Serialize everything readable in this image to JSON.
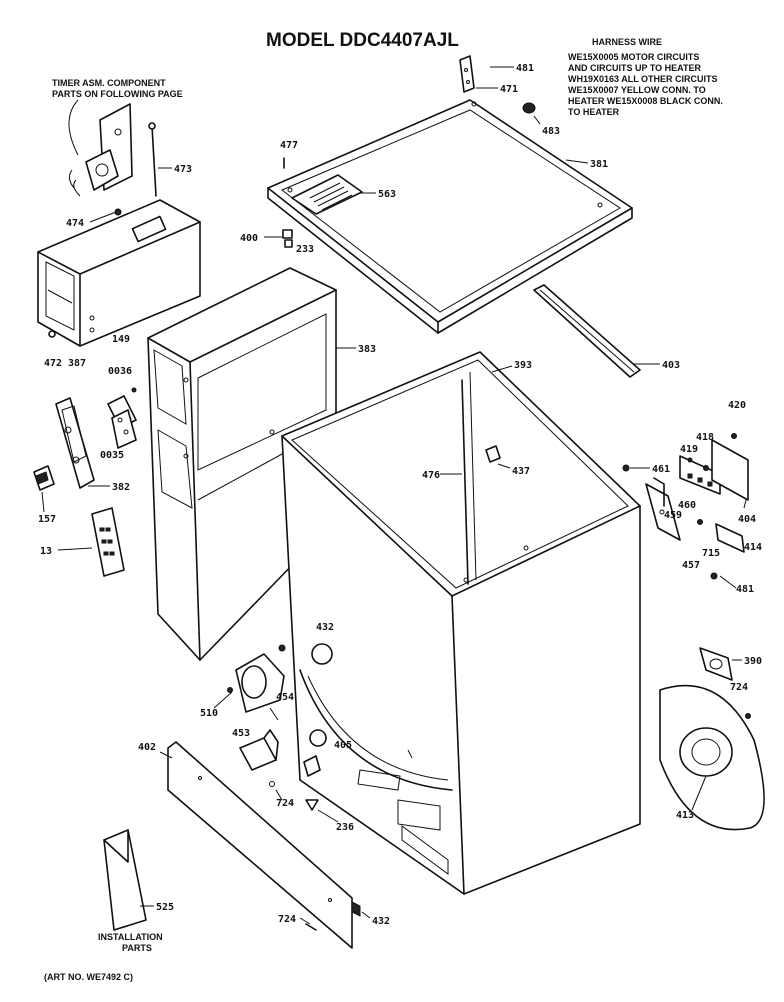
{
  "title": "MODEL DDC4407AJL",
  "harness_note": {
    "heading": "HARNESS WIRE",
    "lines": [
      "WE15X0005 MOTOR CIRCUITS",
      "AND CIRCUITS UP TO HEATER",
      "WH19X0163 ALL OTHER CIRCUITS",
      "WE15X0007 YELLOW CONN. TO",
      "HEATER WE15X0008 BLACK CONN.",
      "TO HEATER"
    ]
  },
  "timer_note": {
    "lines": [
      "TIMER ASM. COMPONENT",
      "PARTS ON FOLLOWING PAGE"
    ]
  },
  "installation_note": {
    "lines": [
      "INSTALLATION",
      "PARTS"
    ]
  },
  "art_number": "(ART NO. WE7492 C)",
  "callouts": {
    "c481a": "481",
    "c471": "471",
    "c483": "483",
    "c381": "381",
    "c563": "563",
    "c477": "477",
    "c400": "400",
    "c233": "233",
    "c473": "473",
    "c474": "474",
    "c472": "472",
    "c387": "387",
    "c149": "149",
    "c0036": "0036",
    "c0035": "0035",
    "c383": "383",
    "c393": "393",
    "c403": "403",
    "c382": "382",
    "c157": "157",
    "c13": "13",
    "c476": "476",
    "c437": "437",
    "c420": "420",
    "c418": "418",
    "c419": "419",
    "c461": "461",
    "c460": "460",
    "c459": "459",
    "c404": "404",
    "c715": "715",
    "c414": "414",
    "c457": "457",
    "c481b": "481",
    "c432a": "432",
    "c390": "390",
    "c510": "510",
    "c454": "454",
    "c453": "453",
    "c405": "405",
    "c724a": "724",
    "c402": "402",
    "c724b": "724",
    "c236": "236",
    "c413": "413",
    "c525": "525",
    "c724c": "724",
    "c432b": "432"
  }
}
